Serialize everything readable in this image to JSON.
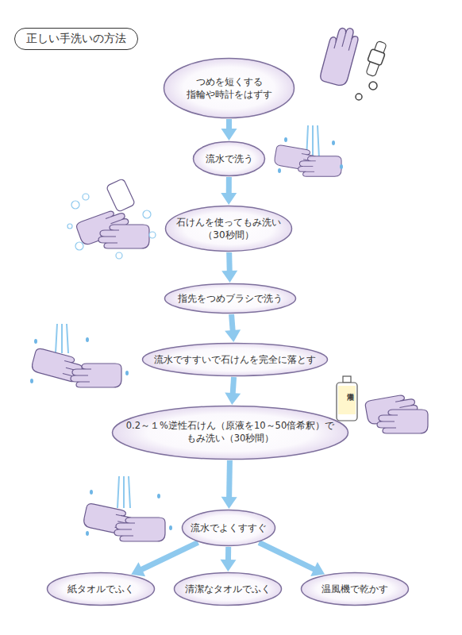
{
  "diagram": {
    "title": "正しい手洗いの方法",
    "nodes": [
      {
        "text": [
          "つめを短くする 指輪や時計をはずす"
        ]
      },
      {
        "text": [
          "流水で洗う"
        ]
      },
      {
        "text": [
          "石けんを使ってもみ洗い （30秒間）"
        ]
      },
      {
        "text": [
          "指先をつめブラシで洗う"
        ]
      },
      {
        "text": [
          "流水ですすいで石けんを完全に落とす"
        ]
      },
      {
        "text": [
          "0.2～１%逆性石けん（原液を10～50倍希釈）で もみ洗い（30秒間）"
        ]
      },
      {
        "text": [
          "流水でよくすすぐ"
        ]
      },
      {
        "text": [
          "紙タオルでふく"
        ]
      },
      {
        "text": [
          "清潔なタオルでふく"
        ]
      },
      {
        "text": [
          "温風機で乾かす"
        ]
      }
    ],
    "edges": [
      {
        "from": 0,
        "to": 1,
        "arrow": "to"
      },
      {
        "from": 1,
        "to": 2,
        "arrow": "to"
      },
      {
        "from": 2,
        "to": 3,
        "arrow": "to"
      },
      {
        "from": 3,
        "to": 4,
        "arrow": "to"
      },
      {
        "from": 4,
        "to": 5,
        "arrow": "to"
      },
      {
        "from": 5,
        "to": 6,
        "arrow": "to"
      },
      {
        "from": 6,
        "to": 7,
        "arrow": "to"
      },
      {
        "from": 6,
        "to": 8,
        "arrow": "to"
      },
      {
        "from": 6,
        "to": 9,
        "arrow": "to"
      }
    ],
    "labels": [
      "消毒液"
    ]
  }
}
